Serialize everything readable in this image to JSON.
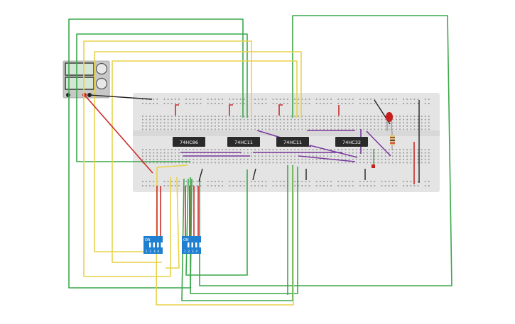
{
  "chips": [
    {
      "label": "74HC86"
    },
    {
      "label": "74HC11"
    },
    {
      "label": "74HC11"
    },
    {
      "label": "74HC32"
    }
  ],
  "dip_switches": [
    {
      "on_label": "ON",
      "numbers": [
        "1",
        "2",
        "3",
        "4"
      ]
    },
    {
      "on_label": "ON",
      "numbers": [
        "1",
        "2",
        "3",
        "4"
      ]
    }
  ],
  "colors": {
    "green_wire": "#3aa84a",
    "yellow_wire": "#e8d24a",
    "red_wire": "#cc2a2a",
    "purple_wire": "#7a3aa0",
    "black_wire": "#222222",
    "breadboard": "#e4e4e4",
    "chip": "#2a2a2a",
    "dip_body": "#1f7fd0",
    "power_supply": "#c8c8c8",
    "led": "#c81e1e"
  }
}
